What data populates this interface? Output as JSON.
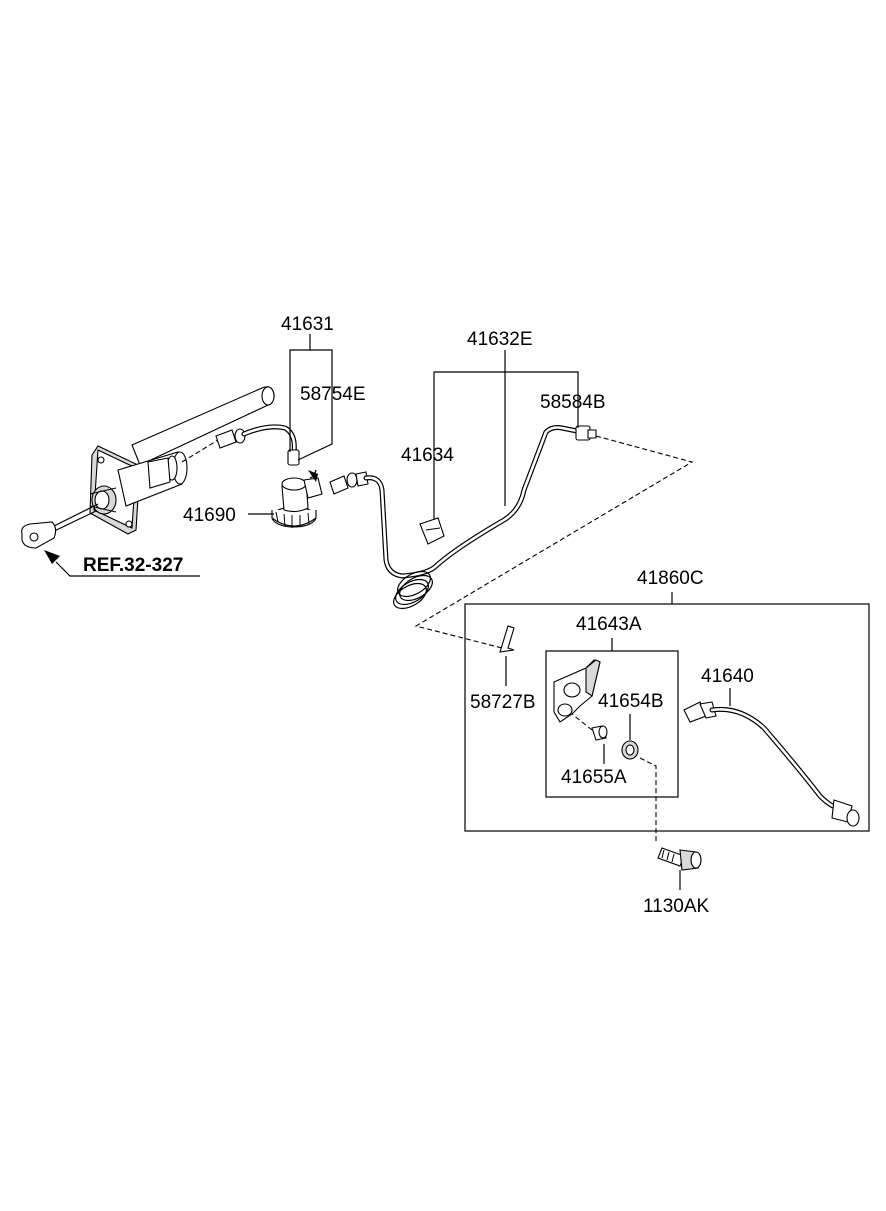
{
  "labels": {
    "p41631": "41631",
    "p58754E": "58754E",
    "p41632E": "41632E",
    "p58584B": "58584B",
    "p41634": "41634",
    "p41690": "41690",
    "ref": "REF.32-327",
    "p41860C": "41860C",
    "p41643A": "41643A",
    "p41640": "41640",
    "p58727B": "58727B",
    "p41654B": "41654B",
    "p41655A": "41655A",
    "p1130AK": "1130AK"
  }
}
